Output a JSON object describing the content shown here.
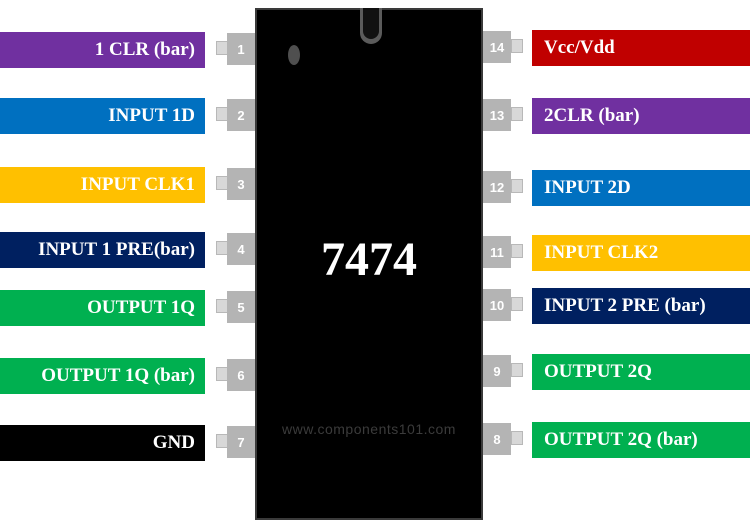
{
  "chip": {
    "name": "7474",
    "watermark": "www.components101.com"
  },
  "colors": {
    "purple": "#7030a0",
    "blue": "#0070c0",
    "yellow": "#ffc000",
    "navy": "#002060",
    "green": "#00b050",
    "black": "#000000",
    "red": "#c00000",
    "pin_gray": "#b4b4b4"
  },
  "left_pins": [
    {
      "number": "1",
      "label": "1 CLR (bar)",
      "color": "#7030a0"
    },
    {
      "number": "2",
      "label": "INPUT 1D",
      "color": "#0070c0"
    },
    {
      "number": "3",
      "label": "INPUT CLK1",
      "color": "#ffc000"
    },
    {
      "number": "4",
      "label": "INPUT 1 PRE(bar)",
      "color": "#002060"
    },
    {
      "number": "5",
      "label": "OUTPUT 1Q",
      "color": "#00b050"
    },
    {
      "number": "6",
      "label": "OUTPUT 1Q (bar)",
      "color": "#00b050"
    },
    {
      "number": "7",
      "label": "GND",
      "color": "#000000"
    }
  ],
  "right_pins": [
    {
      "number": "14",
      "label": "Vcc/Vdd",
      "color": "#c00000"
    },
    {
      "number": "13",
      "label": "2CLR (bar)",
      "color": "#7030a0"
    },
    {
      "number": "12",
      "label": "INPUT 2D",
      "color": "#0070c0"
    },
    {
      "number": "11",
      "label": "INPUT CLK2",
      "color": "#ffc000"
    },
    {
      "number": "10",
      "label": "INPUT 2 PRE (bar)",
      "color": "#002060"
    },
    {
      "number": "9",
      "label": "OUTPUT 2Q",
      "color": "#00b050"
    },
    {
      "number": "8",
      "label": "OUTPUT 2Q (bar)",
      "color": "#00b050"
    }
  ]
}
